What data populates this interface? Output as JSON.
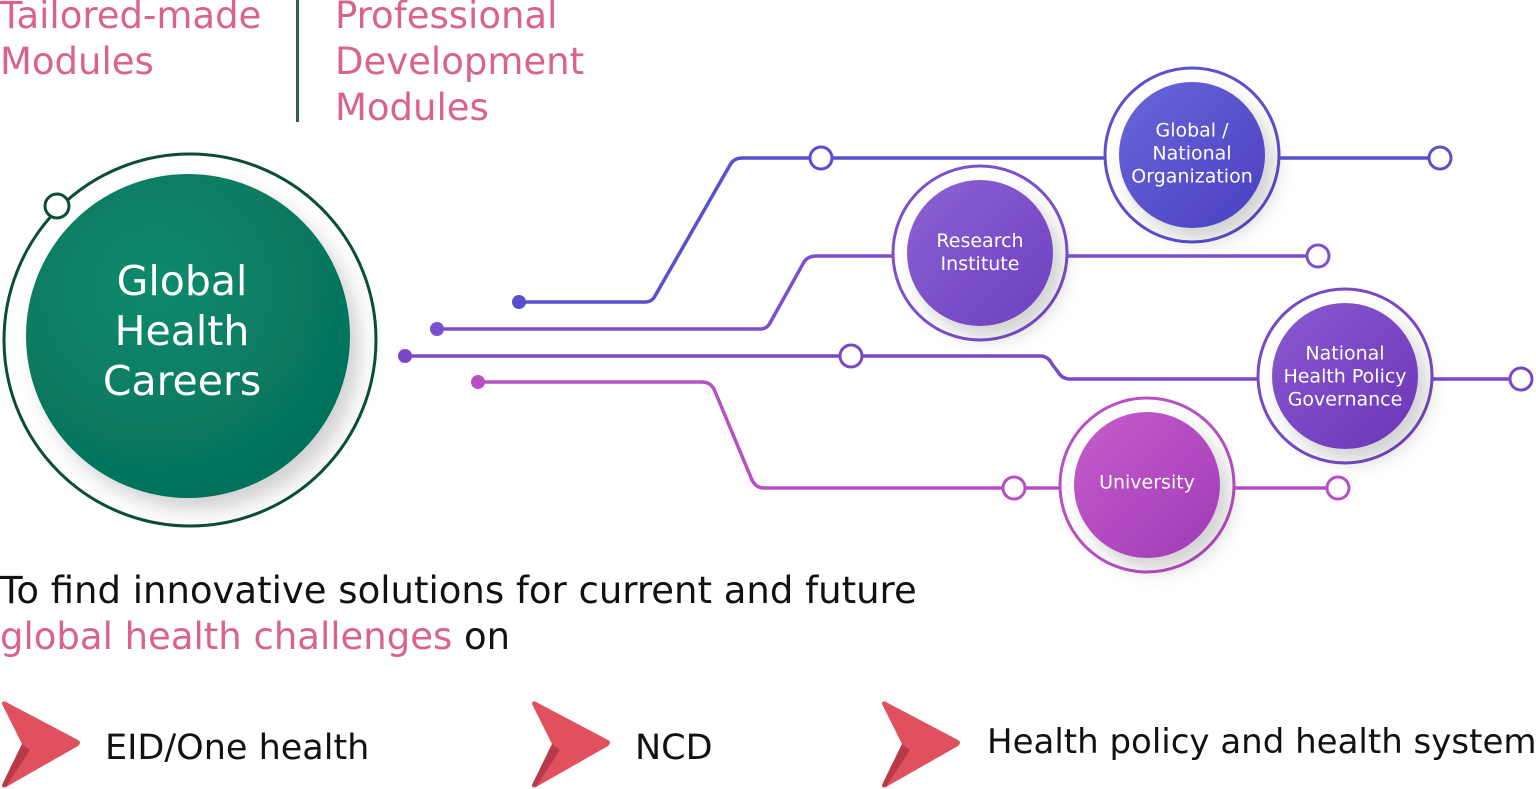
{
  "modules": {
    "tailored": [
      "Tailored-made",
      "Modules"
    ],
    "professional": [
      "Professional",
      "Development",
      "Modules"
    ]
  },
  "center": {
    "lines": [
      "Global",
      "Health",
      "Careers"
    ],
    "color": "#068066"
  },
  "nodes": [
    {
      "id": "global-national-organization",
      "lines": [
        "Global /",
        "National",
        "Organization"
      ],
      "color": "#5a4fcf"
    },
    {
      "id": "research-institute",
      "lines": [
        "Research",
        "Institute"
      ],
      "color": "#7b4fcf"
    },
    {
      "id": "national-health-policy-governance",
      "lines": [
        "National",
        "Health Policy",
        "Governance"
      ],
      "color": "#7a48c6"
    },
    {
      "id": "university",
      "lines": [
        "University"
      ],
      "color": "#b84fc4"
    }
  ],
  "tagline": {
    "line1": "To find innovative solutions for current and future",
    "highlight": "global health challenges",
    "line2_end": " on"
  },
  "topics": [
    {
      "label": "EID/One health",
      "color": "#e0505f"
    },
    {
      "label": "NCD",
      "color": "#e0505f"
    },
    {
      "label": "Health policy and health systems",
      "color": "#e0505f"
    }
  ]
}
